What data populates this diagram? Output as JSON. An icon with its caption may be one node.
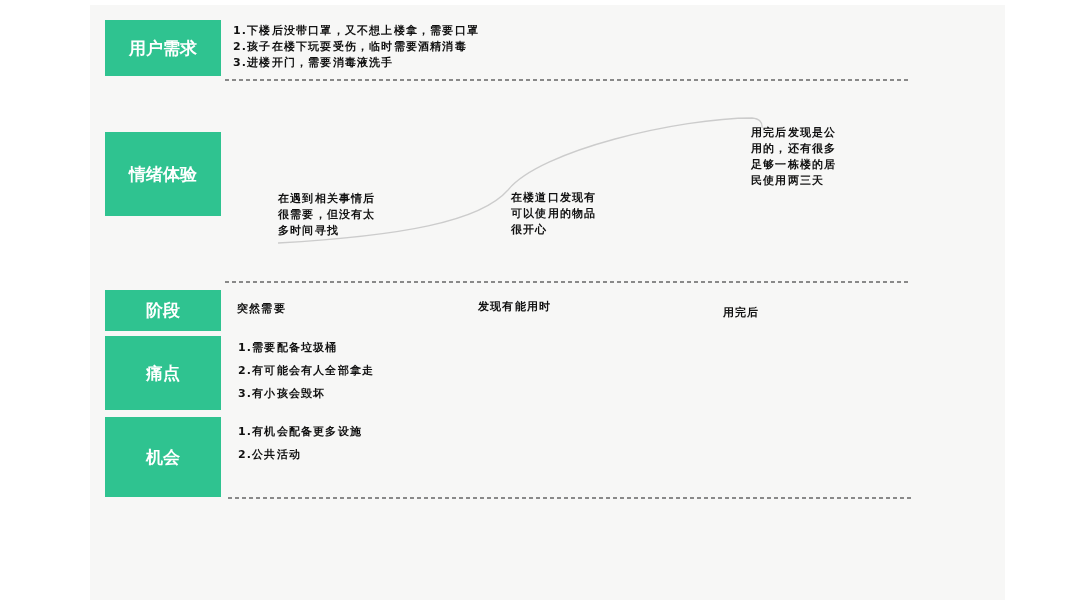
{
  "diagram": {
    "nodes": [
      {
        "text": [
          "用户需求"
        ]
      },
      {
        "text": [
          "情绪体验"
        ]
      },
      {
        "text": [
          "阶段"
        ]
      },
      {
        "text": [
          "痛点"
        ]
      },
      {
        "text": [
          "机会"
        ]
      }
    ],
    "labels": [
      "1.下楼后没带口罩，又不想上楼拿，需要口罩",
      "2.孩子在楼下玩耍受伤，临时需要酒精消毒",
      "3.进楼开门，需要消毒液洗手",
      "用完后发现是公用的，还有很多足够一栋楼的居民使用两三天",
      "在遇到相关事情后很需要，但没有太多时间寻找",
      "在楼道口发现有可以使用的物品很开心",
      "突然需要",
      "发现有能用时",
      "用完后",
      "1.需要配备垃圾桶",
      "2.有可能会有人全部拿走",
      "3.有小孩会毁坏",
      "1.有机会配备更多设施",
      "2.公共活动"
    ]
  }
}
